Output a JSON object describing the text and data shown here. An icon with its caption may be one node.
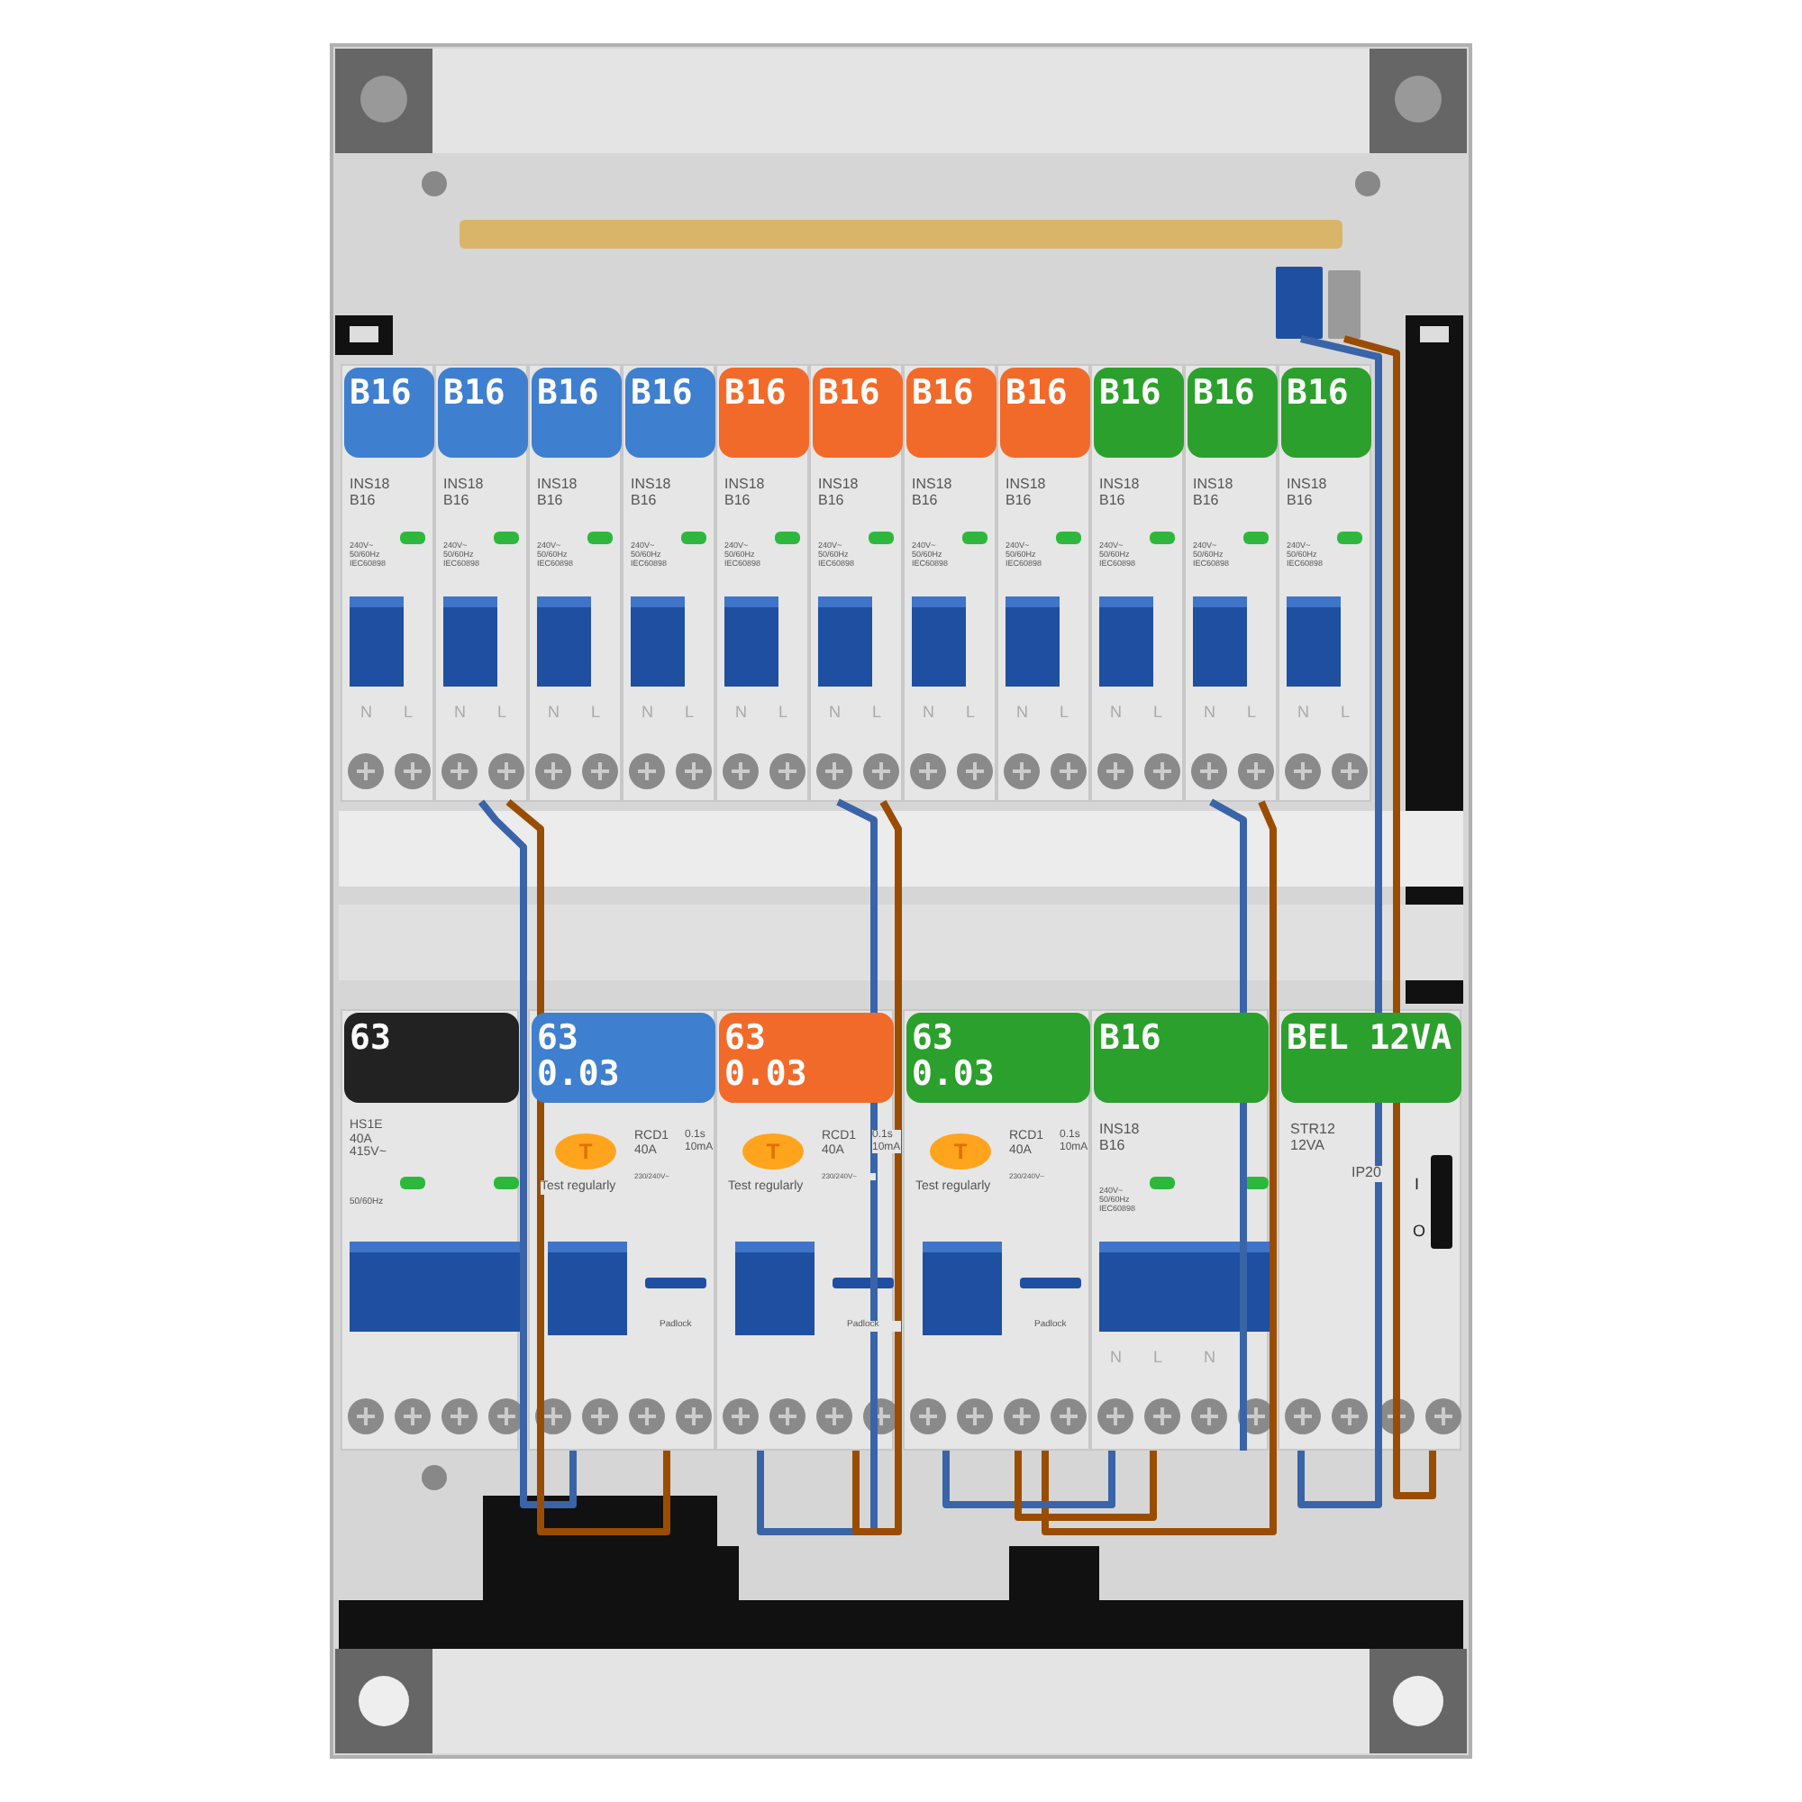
{
  "diagram": {
    "nodes": [
      {
        "text": [
          "B16",
          "INS18 B16",
          "240V~ 50/60Hz IEC60898",
          "N",
          "L"
        ]
      },
      {
        "text": [
          "B16",
          "INS18 B16",
          "240V~ 50/60Hz IEC60898",
          "N",
          "L"
        ]
      },
      {
        "text": [
          "B16",
          "INS18 B16",
          "240V~ 50/60Hz IEC60898",
          "N",
          "L"
        ]
      },
      {
        "text": [
          "B16",
          "INS18 B16",
          "240V~ 50/60Hz IEC60898",
          "N",
          "L"
        ]
      },
      {
        "text": [
          "B16",
          "INS18 B16",
          "240V~ 50/60Hz IEC60898",
          "N",
          "L"
        ]
      },
      {
        "text": [
          "B16",
          "INS18 B16",
          "240V~ 50/60Hz IEC60898",
          "N",
          "L"
        ]
      },
      {
        "text": [
          "B16",
          "INS18 B16",
          "240V~ 50/60Hz IEC60898",
          "N",
          "L"
        ]
      },
      {
        "text": [
          "B16",
          "INS18 B16",
          "240V~ 50/60Hz IEC60898",
          "N",
          "L"
        ]
      },
      {
        "text": [
          "B16",
          "INS18 B16",
          "240V~ 50/60Hz IEC60898",
          "N",
          "L"
        ]
      },
      {
        "text": [
          "B16",
          "INS18 B16",
          "240V~ 50/60Hz IEC60898",
          "N",
          "L"
        ]
      },
      {
        "text": [
          "B16",
          "INS18 B16",
          "240V~ 50/60Hz IEC60898",
          "N",
          "L"
        ]
      },
      {
        "text": [
          "63",
          "HS1E 40A 415V~",
          "50/60Hz"
        ]
      },
      {
        "text": [
          "63 0.03",
          "T",
          "RCD1 40A",
          "0.1s 10mA",
          "230/240V~",
          "Test regularly",
          "Padlock"
        ]
      },
      {
        "text": [
          "63 0.03",
          "T",
          "RCD1 40A",
          "0.1s 10mA",
          "230/240V~",
          "Test regularly",
          "Padlock"
        ]
      },
      {
        "text": [
          "63 0.03",
          "T",
          "RCD1 40A",
          "0.1s 10mA",
          "230/240V~",
          "Test regularly",
          "Padlock"
        ]
      },
      {
        "text": [
          "B16",
          "INS18 B16",
          "240V~ 50/60Hz IEC60898",
          "N",
          "L",
          "N"
        ]
      },
      {
        "text": [
          "BEL 12VA",
          "STR12 12VA",
          "IP20",
          "I",
          "O"
        ]
      },
      {
        "text": [],
        "shape": "box"
      },
      {
        "text": [],
        "shape": "box"
      }
    ],
    "edges": [
      {
        "from": 1,
        "to": 12,
        "arrow": "none",
        "color": "#3a64a8"
      },
      {
        "from": 1,
        "to": 12,
        "arrow": "none",
        "color": "#9a4d00"
      },
      {
        "from": 5,
        "to": 13,
        "arrow": "none",
        "color": "#3a64a8"
      },
      {
        "from": 5,
        "to": 13,
        "arrow": "none",
        "color": "#9a4d00"
      },
      {
        "from": 9,
        "to": 15,
        "arrow": "none",
        "color": "#3a64a8"
      },
      {
        "from": 9,
        "to": 14,
        "arrow": "none",
        "color": "#9a4d00"
      },
      {
        "from": 14,
        "to": 15,
        "arrow": "none",
        "color": "#3a64a8"
      },
      {
        "from": 14,
        "to": 15,
        "arrow": "none",
        "color": "#9a4d00"
      },
      {
        "from": 16,
        "to": 17,
        "arrow": "none",
        "color": "#3a64a8"
      },
      {
        "from": 16,
        "to": 18,
        "arrow": "none",
        "color": "#9a4d00"
      }
    ]
  }
}
